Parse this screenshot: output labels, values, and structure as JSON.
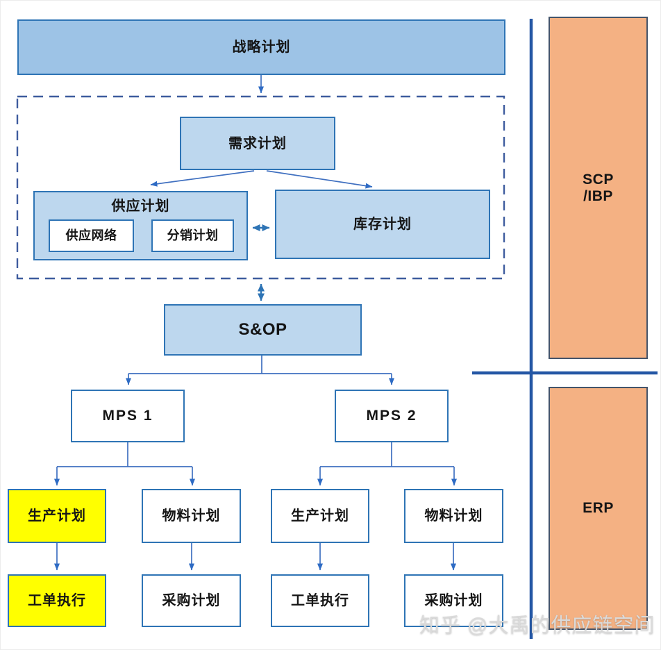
{
  "nodes": {
    "strategic": "战略计划",
    "demand": "需求计划",
    "supply": "供应计划",
    "supply_network": "供应网络",
    "distribution": "分销计划",
    "inventory": "库存计划",
    "sop": "S&OP",
    "mps1": "MPS 1",
    "mps2": "MPS 2",
    "production": "生产计划",
    "material": "物料计划",
    "work_order": "工单执行",
    "purchase": "采购计划"
  },
  "side_labels": {
    "scp_line1": "SCP",
    "scp_line2": "/IBP",
    "erp": "ERP"
  },
  "watermark": "知乎 @大禹的供应链空间",
  "colors": {
    "header_fill": "#9DC3E6",
    "node_fill": "#BDD7EE",
    "node_border": "#2E74B5",
    "highlight_fill": "#FFFF00",
    "side_fill": "#F4B183",
    "side_border": "#44546A",
    "connector": "#4070C0",
    "arrowhead": "#2E6BC4",
    "dashed_border": "#3E5C9E",
    "divider": "#2457A5"
  }
}
